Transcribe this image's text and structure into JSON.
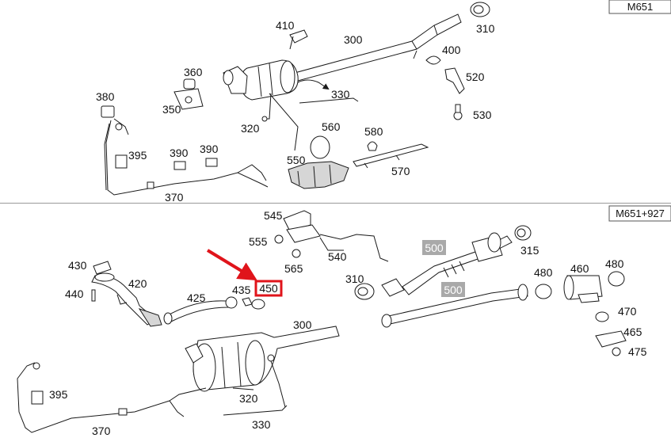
{
  "sections": [
    {
      "tag": "M651"
    },
    {
      "tag": "M651+927"
    }
  ],
  "colors": {
    "highlight": "#e0141b",
    "arrow": "#e0141b",
    "gray_box": "#a9a9a9"
  },
  "labels_top": {
    "l410": "410",
    "l300": "300",
    "l310": "310",
    "l400": "400",
    "l520": "520",
    "l530": "530",
    "l330": "330",
    "l360": "360",
    "l350": "350",
    "l380": "380",
    "l320": "320",
    "l560": "560",
    "l580": "580",
    "l550": "550",
    "l570": "570",
    "l395": "395",
    "l390a": "390",
    "l390b": "390",
    "l370": "370"
  },
  "labels_bottom": {
    "l545": "545",
    "l555": "555",
    "l565": "565",
    "l540": "540",
    "l500a": "500",
    "l500b": "500",
    "l315": "315",
    "l460": "460",
    "l480a": "480",
    "l480b": "480",
    "l470": "470",
    "l465": "465",
    "l475": "475",
    "l310": "310",
    "l430": "430",
    "l420": "420",
    "l440": "440",
    "l425": "425",
    "l435": "435",
    "l450": "450",
    "l300": "300",
    "l320": "320",
    "l330": "330",
    "l395": "395",
    "l370": "370"
  }
}
